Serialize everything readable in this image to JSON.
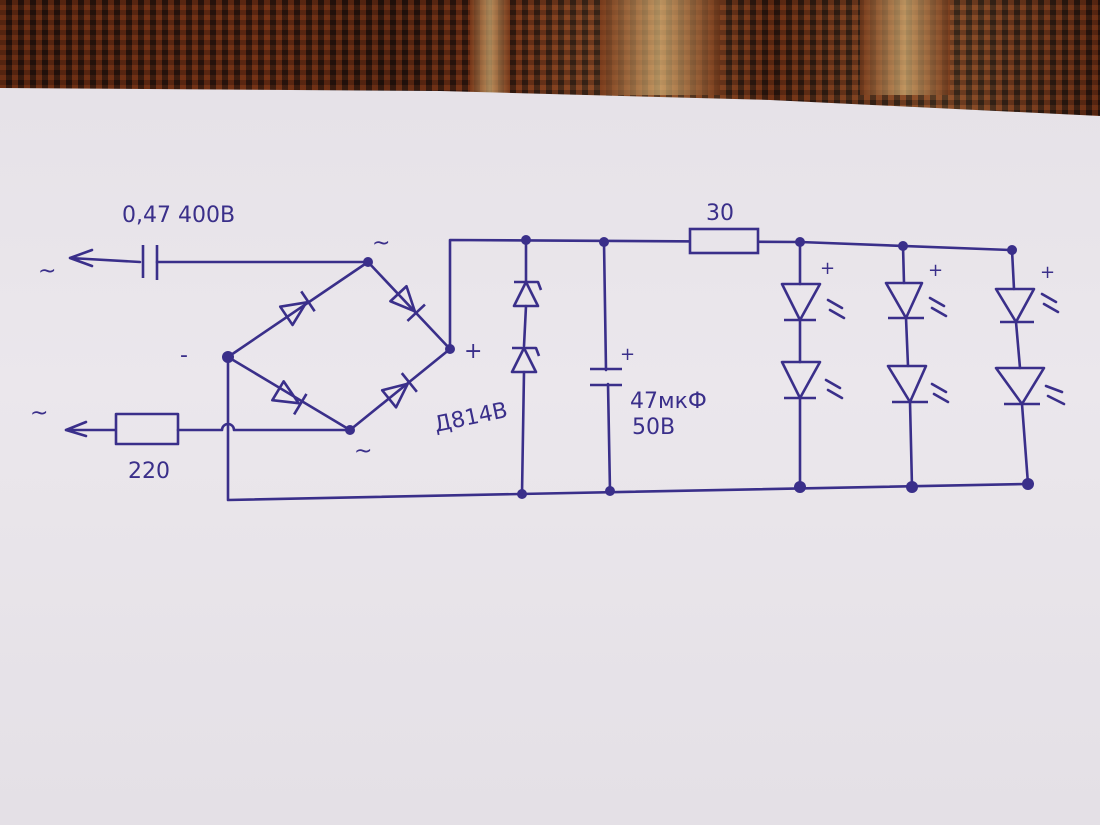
{
  "photo": {
    "subject": "hand-drawn circuit schematic on paper",
    "ink_color": "#3a2f8a",
    "paper_color": "#e8e4ea"
  },
  "schematic": {
    "inputs": [
      {
        "label": "~",
        "name": "ac-input-top"
      },
      {
        "label": "~",
        "name": "ac-input-bottom"
      }
    ],
    "dropper_capacitor": {
      "label": "0,47  400В",
      "value": "0,47",
      "voltage": "400В"
    },
    "input_resistor": {
      "label": "220",
      "value": "220"
    },
    "bridge": {
      "ac_top_label": "~",
      "ac_bottom_label": "~",
      "minus_label": "-",
      "plus_label": "+"
    },
    "zener": {
      "label": "Д814В",
      "count": 2
    },
    "filter_capacitor": {
      "label_line1": "47мкФ",
      "label_line2": "50В",
      "plus": "+"
    },
    "series_resistor": {
      "label": "30",
      "value": "30"
    },
    "led_strings": [
      {
        "plus": "+",
        "leds": 2
      },
      {
        "plus": "+",
        "leds": 2
      },
      {
        "plus": "+",
        "leds": 2
      }
    ]
  }
}
